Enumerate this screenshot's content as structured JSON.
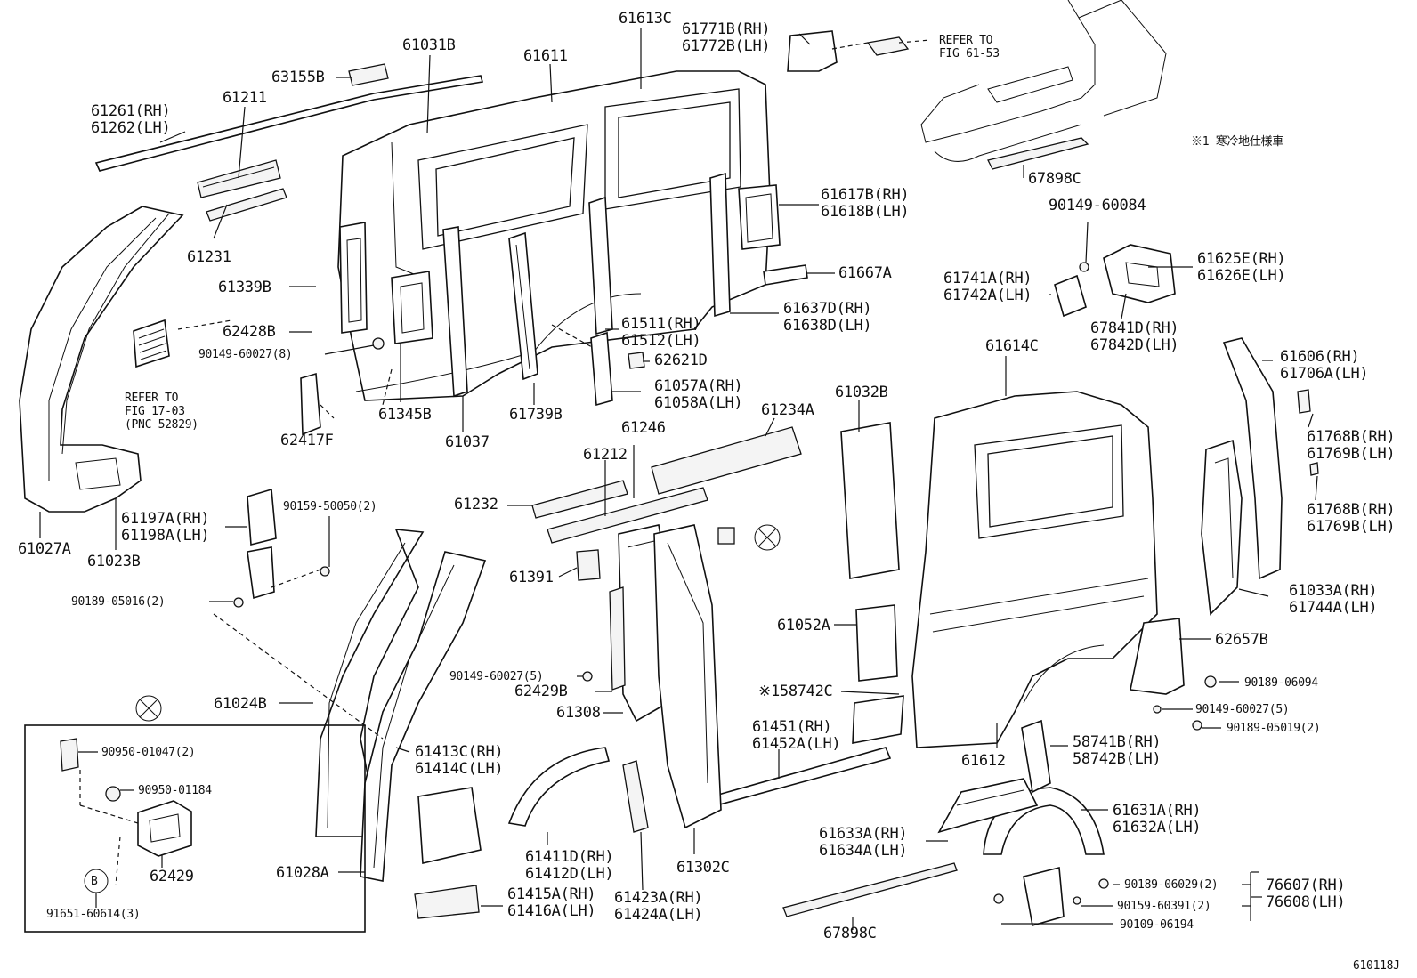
{
  "labels": {
    "p61261": "61261(RH)\n61262(LH)",
    "p63155B": "63155B",
    "p61211": "61211",
    "p61031B": "61031B",
    "p61611": "61611",
    "p61613C": "61613C",
    "p61771B": "61771B(RH)\n61772B(LH)",
    "refer6153": "REFER TO\nFIG 61-53",
    "note1": "※1 寒冷地仕様車",
    "p67898C_top": "67898C",
    "p61231": "61231",
    "p61617B": "61617B(RH)\n61618B(LH)",
    "p90149_60084": "90149-60084",
    "p61625E": "61625E(RH)\n61626E(LH)",
    "p61339B": "61339B",
    "p61667A": "61667A",
    "p61741A": "61741A(RH)\n61742A(LH)",
    "p62428B": "62428B",
    "p61637D": "61637D(RH)\n61638D(LH)",
    "p90149_60027_8": "90149-60027(8)",
    "p61511": "61511(RH)\n61512(LH)",
    "p67841D": "67841D(RH)\n67842D(LH)",
    "p62621D": "62621D",
    "p61614C": "61614C",
    "p61606": "61606(RH)\n61706A(LH)",
    "refer1703": "REFER TO\nFIG 17-03\n(PNC 52829)",
    "p61057A": "61057A(RH)\n61058A(LH)",
    "p61032B": "61032B",
    "p61345B": "61345B",
    "p61739B": "61739B",
    "p61246": "61246",
    "p61234A": "61234A",
    "p61768B_1": "61768B(RH)\n61769B(LH)",
    "p62417F": "62417F",
    "p61037": "61037",
    "p61212": "61212",
    "p61232": "61232",
    "p61197A": "61197A(RH)\n61198A(LH)",
    "p90159_50050": "90159-50050(2)",
    "p61768B_2": "61768B(RH)\n61769B(LH)",
    "p61027A": "61027A",
    "p61023B": "61023B",
    "p61391": "61391",
    "p90189_05016": "90189-05016(2)",
    "p61033A": "61033A(RH)\n61744A(LH)",
    "p61052A": "61052A",
    "p62657B": "62657B",
    "p90149_60027_5a": "90149-60027(5)",
    "p62429B": "62429B",
    "p90189_06094": "90189-06094",
    "p61024B": "61024B",
    "p58742C": "※158742C",
    "p90149_60027_5b": "90149-60027(5)",
    "p61308": "61308",
    "p61451": "61451(RH)\n61452A(LH)",
    "p90189_05019": "90189-05019(2)",
    "p58741B": "58741B(RH)\n58742B(LH)",
    "p90950_01047": "90950-01047(2)",
    "p61413C": "61413C(RH)\n61414C(LH)",
    "p61612": "61612",
    "p90950_01184": "90950-01184",
    "p61631A": "61631A(RH)\n61632A(LH)",
    "p61633A": "61633A(RH)\n61634A(LH)",
    "p61411D": "61411D(RH)\n61412D(LH)",
    "p61302C": "61302C",
    "p62429": "62429",
    "p61028A": "61028A",
    "p90189_06029": "90189-06029(2)",
    "p76607": "76607(RH)\n76608(LH)",
    "p61415A": "61415A(RH)\n61416A(LH)",
    "p61423A": "61423A(RH)\n61424A(LH)",
    "p90159_60391": "90159-60391(2)",
    "p91651_60614": "91651-60614(3)",
    "p90109_06194": "90109-06194",
    "p67898C_bot": "67898C",
    "circleB": "B",
    "diagram_code": "610118J"
  }
}
